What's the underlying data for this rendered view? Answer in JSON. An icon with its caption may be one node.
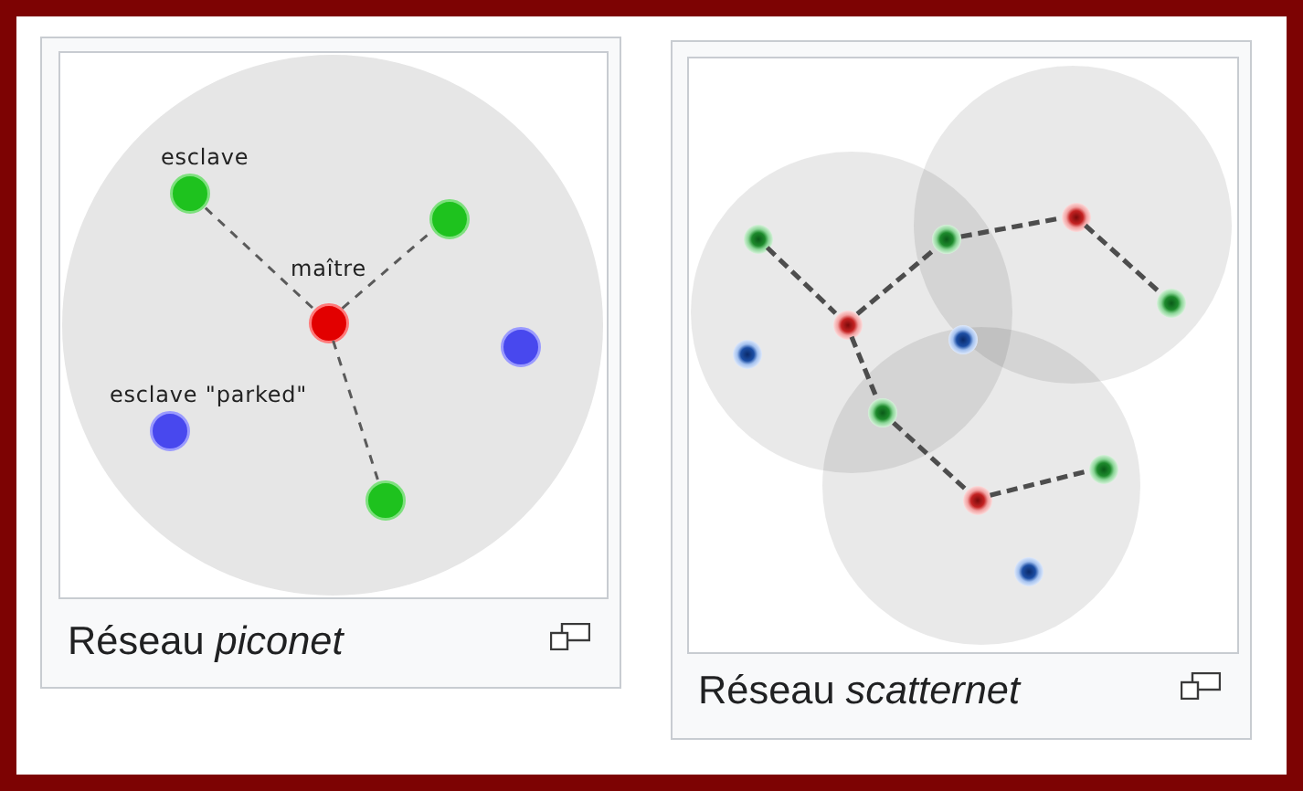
{
  "diagram": {
    "nodes": [
      {
        "text": [
          "Réseau *piconet*"
        ]
      },
      {
        "text": [],
        "shape": "circle",
        "in": 0
      },
      {
        "text": [],
        "shape": "circle",
        "in": 1,
        "beside": [
          "esclave"
        ]
      },
      {
        "text": [],
        "shape": "circle",
        "in": 1
      },
      {
        "text": [],
        "shape": "circle",
        "in": 1,
        "beside": [
          "maître"
        ]
      },
      {
        "text": [],
        "shape": "circle",
        "in": 1
      },
      {
        "text": [],
        "shape": "circle",
        "in": 1,
        "beside": [
          "esclave \"parked\""
        ]
      },
      {
        "text": [],
        "shape": "circle",
        "in": 1
      },
      {
        "text": [
          "Réseau *scatternet*"
        ]
      },
      {
        "text": [],
        "shape": "circle",
        "in": 8
      },
      {
        "text": [],
        "shape": "circle",
        "in": 8
      },
      {
        "text": [],
        "shape": "circle",
        "in": 8
      },
      {
        "text": [],
        "shape": "circle",
        "in": 9
      },
      {
        "text": [],
        "shape": "circle",
        "in": 9
      },
      {
        "text": [],
        "shape": "circle",
        "in": 9
      },
      {
        "text": [],
        "shape": "circle"
      },
      {
        "text": [],
        "shape": "circle",
        "in": 10
      },
      {
        "text": [],
        "shape": "circle",
        "in": 10
      },
      {
        "text": [],
        "shape": "circle"
      },
      {
        "text": [],
        "shape": "circle"
      },
      {
        "text": [],
        "shape": "circle",
        "in": 11
      },
      {
        "text": [],
        "shape": "circle",
        "in": 11
      },
      {
        "text": [],
        "shape": "circle",
        "in": 11
      }
    ],
    "edges": [
      {
        "from": 4,
        "to": 2,
        "arrow": "none",
        "style": "dashed"
      },
      {
        "from": 4,
        "to": 3,
        "arrow": "none",
        "style": "dashed"
      },
      {
        "from": 4,
        "to": 7,
        "arrow": "none",
        "style": "dashed"
      },
      {
        "from": 12,
        "to": 13,
        "arrow": "none",
        "style": "dashed"
      },
      {
        "from": 13,
        "to": 15,
        "arrow": "none",
        "style": "dashed"
      },
      {
        "from": 15,
        "to": 16,
        "arrow": "none",
        "style": "dashed"
      },
      {
        "from": 16,
        "to": 17,
        "arrow": "none",
        "style": "dashed"
      },
      {
        "from": 13,
        "to": 19,
        "arrow": "none",
        "style": "dashed"
      },
      {
        "from": 19,
        "to": 20,
        "arrow": "none",
        "style": "dashed"
      },
      {
        "from": 20,
        "to": 21,
        "arrow": "none",
        "style": "dashed"
      }
    ]
  }
}
